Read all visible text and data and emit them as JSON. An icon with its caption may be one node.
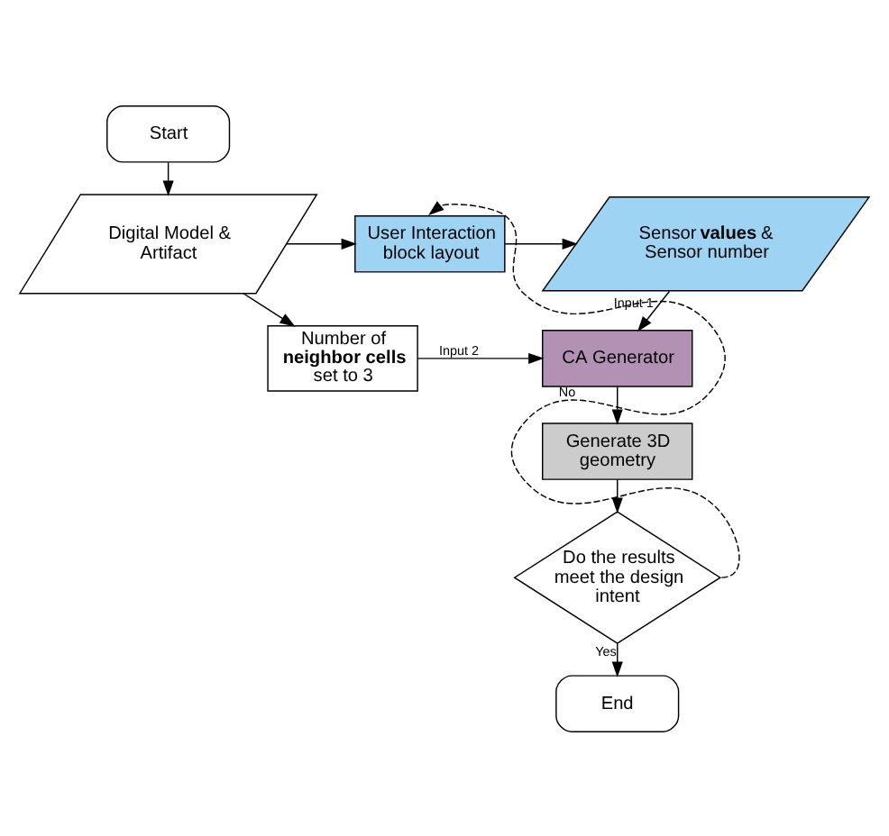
{
  "diagram": {
    "nodes": [
      {
        "text": [
          "Start"
        ]
      },
      {
        "text": [
          "Digital Model & Artifact"
        ]
      },
      {
        "text": [
          "User Interaction block layout"
        ]
      },
      {
        "text": [
          "Sensor **values** & Sensor number"
        ]
      },
      {
        "text": [
          "Number of **neighbor cells** set to 3"
        ]
      },
      {
        "text": [
          "CA Generator"
        ]
      },
      {
        "text": [
          "Generate 3D geometry"
        ]
      },
      {
        "text": [
          "Do the results meet the design intent"
        ]
      },
      {
        "text": [
          "End"
        ]
      }
    ],
    "edges": [
      {
        "from": 0,
        "to": 1,
        "arrow": "to"
      },
      {
        "from": 1,
        "to": 2,
        "arrow": "to"
      },
      {
        "from": 1,
        "to": 4,
        "arrow": "to"
      },
      {
        "from": 2,
        "to": 3,
        "arrow": "to"
      },
      {
        "from": 3,
        "to": 5,
        "arrow": "to",
        "label": "Input 1"
      },
      {
        "from": 4,
        "to": 5,
        "arrow": "to",
        "label": "Input 2"
      },
      {
        "from": 5,
        "to": 6,
        "arrow": "to"
      },
      {
        "from": 6,
        "to": 7,
        "arrow": "to"
      },
      {
        "from": 7,
        "to": 8,
        "arrow": "to",
        "label": "Yes"
      },
      {
        "from": 7,
        "to": 2,
        "arrow": "to",
        "label": "No",
        "style": "dashed"
      }
    ]
  }
}
